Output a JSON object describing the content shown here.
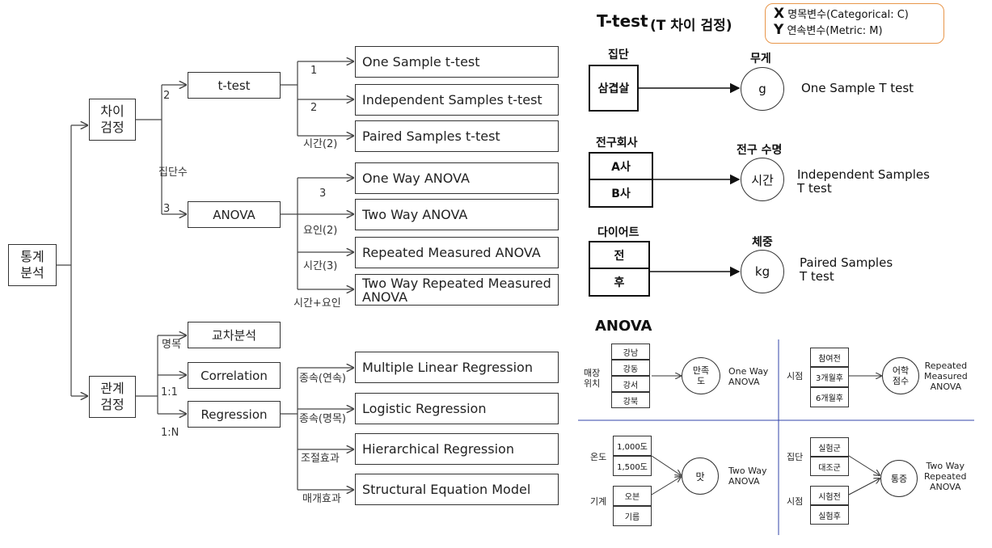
{
  "tree": {
    "root": "통계\n분석",
    "diff": "차이\n검정",
    "rel": "관계\n검정",
    "ttest": "t-test",
    "anova": "ANOVA",
    "cross": "교차분석",
    "corr": "Correlation",
    "reg": "Regression",
    "leaves": {
      "one_sample": "One Sample t-test",
      "independent": "Independent Samples t-test",
      "paired": "Paired Samples t-test",
      "one_way": "One Way ANOVA",
      "two_way": "Two Way ANOVA",
      "repeated": "Repeated Measured ANOVA",
      "two_way_repeated": "Two Way Repeated Measured ANOVA",
      "mlr": "Multiple Linear Regression",
      "logistic": "Logistic Regression",
      "hier": "Hierarchical Regression",
      "sem": "Structural Equation Model"
    },
    "edges": {
      "n2": "2",
      "group_count": "집단수",
      "n3": "3",
      "t1": "1",
      "t2": "2",
      "time2": "시간(2)",
      "a3": "3",
      "factor2": "요인(2)",
      "time3": "시간(3)",
      "time_factor": "시간+요인",
      "nominal": "명목",
      "one_one": "1:1",
      "one_n": "1:N",
      "dep_cont": "종속(연속)",
      "dep_nom": "종속(명목)",
      "moderation": "조절효과",
      "mediation": "매개효과"
    }
  },
  "ttest_panel": {
    "title": "T-test",
    "title_sub": "(T 차이 검정)",
    "legend": {
      "x_letter": "X",
      "x_text": "명목변수(Categorical: C)",
      "y_letter": "Y",
      "y_text": "연속변수(Metric: M)"
    },
    "r1": {
      "group_label": "집단",
      "box": "삼겹살",
      "measure_label": "무게",
      "unit": "g",
      "test": "One Sample T test"
    },
    "r2": {
      "group_label": "전구회사",
      "box_a": "A사",
      "box_b": "B사",
      "measure_label": "전구 수명",
      "unit": "시간",
      "test": "Independent Samples\nT test"
    },
    "r3": {
      "group_label": "다이어트",
      "box_a": "전",
      "box_b": "후",
      "measure_label": "체중",
      "unit": "kg",
      "test": "Paired Samples\nT test"
    }
  },
  "anova_panel": {
    "title": "ANOVA",
    "q1": {
      "label": "매장\n위치",
      "items": [
        "강남",
        "강동",
        "강서",
        "강북"
      ],
      "dv": "만족\n도",
      "test": "One Way\nANOVA"
    },
    "q2": {
      "label": "시점",
      "items": [
        "참여전",
        "3개월후",
        "6개월후"
      ],
      "dv": "어학\n점수",
      "test": "Repeated\nMeasured\nANOVA"
    },
    "q3": {
      "label_a": "온도",
      "items_a": [
        "1,000도",
        "1,500도"
      ],
      "label_b": "기계",
      "items_b": [
        "오븐",
        "기름"
      ],
      "dv": "맛",
      "test": "Two Way\nANOVA"
    },
    "q4": {
      "label_a": "집단",
      "items_a": [
        "실험군",
        "대조군"
      ],
      "label_b": "시점",
      "items_b": [
        "시험전",
        "실험후"
      ],
      "dv": "통증",
      "test": "Two Way\nRepeated\nANOVA"
    }
  }
}
